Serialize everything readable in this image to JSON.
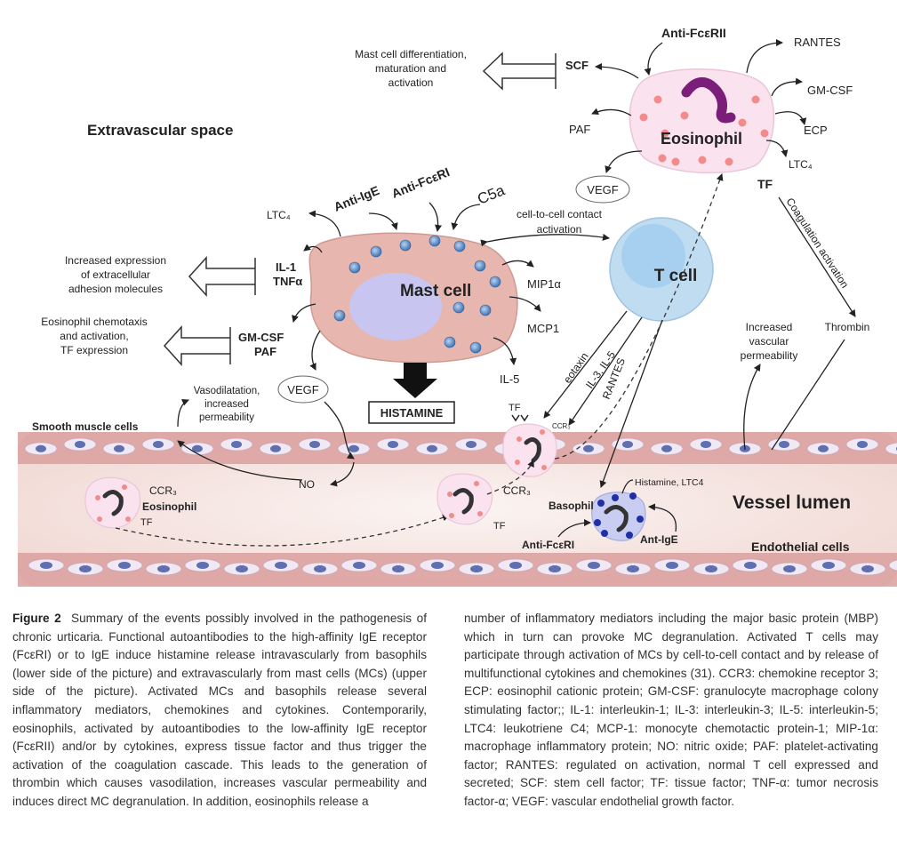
{
  "diagram": {
    "regions": {
      "extravascular": "Extravascular space",
      "smooth_muscle": "Smooth muscle cells",
      "vessel_lumen": "Vessel lumen",
      "endothelial": "Endothelial cells"
    },
    "mast_cell": {
      "label": "Mast cell",
      "stimuli": [
        "Anti-IgE",
        "Anti-FcεRI",
        "C5a"
      ],
      "ltc4": "LTC₄",
      "il1": "IL-1",
      "tnfa": "TNFα",
      "gmcsf": "GM-CSF",
      "paf": "PAF",
      "vegf": "VEGF",
      "mip1a": "MIP1α",
      "mcp1": "MCP1",
      "il5": "IL-5",
      "histamine": "HISTAMINE"
    },
    "outcomes": {
      "adhesion": [
        "Increased expression",
        "of extracellular",
        "adhesion molecules"
      ],
      "eos_chemotaxis": [
        "Eosinophil chemotaxis",
        "and activation,",
        "TF expression"
      ],
      "vasodilatation": [
        "Vasodilatation,",
        "increased",
        "permeability"
      ],
      "no": "NO",
      "mc_differentiation": [
        "Mast cell differentiation,",
        "maturation and",
        "activation"
      ]
    },
    "contact": [
      "cell-to-cell contact",
      "activation"
    ],
    "t_cell": {
      "label": "T cell",
      "mediators": [
        "eotaxin",
        "IL-3, IL-5",
        "RANTES"
      ]
    },
    "eosinophil_top": {
      "label": "Eosinophil",
      "stimulus": "Anti-FcεRII",
      "scf": "SCF",
      "paf": "PAF",
      "vegf": "VEGF",
      "rantes": "RANTES",
      "gmcsf": "GM-CSF",
      "ecp": "ECP",
      "ltc4": "LTC₄",
      "tf": "TF"
    },
    "coagulation": "Coagulation activation",
    "thrombin": "Thrombin",
    "vascular_perm": [
      "Increased",
      "vascular",
      "permeability"
    ],
    "vessel": {
      "tf_top": "TF",
      "ccr3_small": "CCR₃",
      "eos_left_label": "Eosinophil",
      "ccr3": "CCR₃",
      "tf": "TF",
      "ccr3_mid": "CCR₃",
      "tf_mid": "TF",
      "basophil": "Basophil",
      "histamine_ltc4": "Histamine, LTC4",
      "anti_fceri": "Anti-FcεRI",
      "anti_ige": "Ant-IgE"
    }
  },
  "caption": {
    "figure_label": "Figure 2",
    "left": "Summary of the events possibly involved in the pathogenesis of chronic urticaria. Functional autoantibodies to the high-affinity IgE receptor (FcεRI) or to IgE induce histamine release intravascularly from basophils (lower side of the picture) and extravascularly from mast cells (MCs) (upper side of the picture). Activated MCs and basophils release several inflammatory mediators, chemokines and cytokines. Contemporarily, eosinophils, activated by autoantibodies to the low-affinity IgE receptor (FcεRII) and/or by cytokines, express tissue factor and thus trigger the activation of the coagulation cascade. This leads to the generation of thrombin which causes vasodilation, increases vascular permeability and induces direct MC degranulation. In addition, eosinophils release a",
    "right": "number of inflammatory mediators including the major basic protein (MBP) which in turn can provoke MC degranulation. Activated T cells may participate through activation of MCs by cell-to-cell contact and by release of multifunctional cytokines and chemokines (31). CCR3: chemokine receptor 3; ECP: eosinophil cationic protein; GM-CSF: granulocyte macrophage colony stimulating factor;; IL-1: interleukin-1; IL-3: interleukin-3; IL-5: interleukin-5; LTC4: leukotriene C4; MCP-1: monocyte chemotactic protein-1; MIP-1α: macrophage inflammatory protein; NO: nitric oxide; PAF: platelet-activating factor; RANTES: regulated on activation, normal T cell expressed and secreted; SCF: stem cell factor; TF: tissue factor; TNF-α: tumor necrosis factor-α; VEGF: vascular endothelial growth factor."
  }
}
